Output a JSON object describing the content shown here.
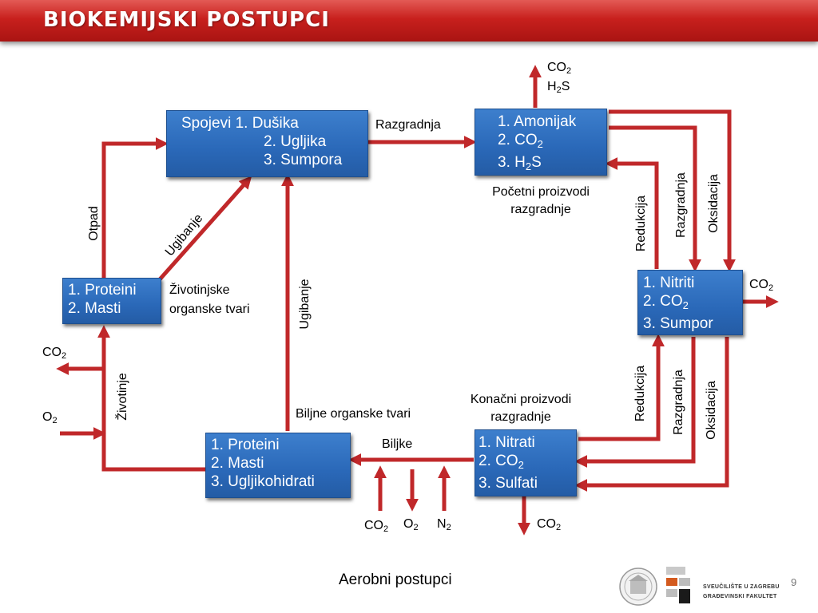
{
  "title": "BIOKEMIJSKI POSTUPCI",
  "boxes": {
    "spojevi": {
      "l1": "Spojevi 1. Dušika",
      "l2": "2. Ugljika",
      "l3": "3. Sumpora"
    },
    "amonijak": {
      "l1": "1. Amonijak",
      "l2": "2. CO",
      "l2sub": "2",
      "l3": "3. H",
      "l3sub": "2",
      "l3end": "S"
    },
    "nitriti": {
      "l1": "1. Nitriti",
      "l2": "2. CO",
      "l2sub": "2",
      "l3": "3. Sumpor"
    },
    "nitrati": {
      "l1": "1. Nitrati",
      "l2": "2. CO",
      "l2sub": "2",
      "l3": "3. Sulfati"
    },
    "proteini_left": {
      "l1": "1. Proteini",
      "l2": "2. Masti"
    },
    "proteini_bottom": {
      "l1": "1. Proteini",
      "l2": "2. Masti",
      "l3": "3. Ugljikohidrati"
    }
  },
  "labels": {
    "razgradnja_top": "Razgradnja",
    "co2_top": "CO",
    "co2_top_sub": "2",
    "h2s_top": "H",
    "h2s_top_sub": "2",
    "h2s_top_end": "S",
    "pocetni_1": "Početni proizvodi",
    "pocetni_2": "razgradnje",
    "redukcija_1": "Redukcija",
    "razgradnja_1": "Razgradnja",
    "oksidacija_1": "Oksidacija",
    "co2_right": "CO",
    "co2_right_sub": "2",
    "redukcija_2": "Redukcija",
    "razgradnja_2": "Razgradnja",
    "oksidacija_2": "Oksidacija",
    "konacni_1": "Konačni proizvodi",
    "konacni_2": "razgradnje",
    "co2_nitrati": "CO",
    "co2_nitrati_sub": "2",
    "biljke": "Biljke",
    "biljne": "Biljne organske tvari",
    "co2_bottom": "CO",
    "co2_bottom_sub": "2",
    "o2_bottom": "O",
    "o2_bottom_sub": "2",
    "n2_bottom": "N",
    "n2_bottom_sub": "2",
    "ugibanje_vertical": "Ugibanje",
    "ugibanje_diag": "Ugibanje",
    "zivotinjske_1": "Životinjske",
    "zivotinjske_2": "organske tvari",
    "otpad": "Otpad",
    "zivotinje": "Životinje",
    "co2_left": "CO",
    "co2_left_sub": "2",
    "o2_left": "O",
    "o2_left_sub": "2"
  },
  "caption": "Aerobni postupci",
  "page_number": "9",
  "logo_text_1": "SVEUČILIŠTE U ZAGREBU",
  "logo_text_2": "GRAĐEVINSKI FAKULTET",
  "colors": {
    "arrow": "#c0282a",
    "box": "#2e6cbd",
    "title_bar": "#c8201d"
  }
}
